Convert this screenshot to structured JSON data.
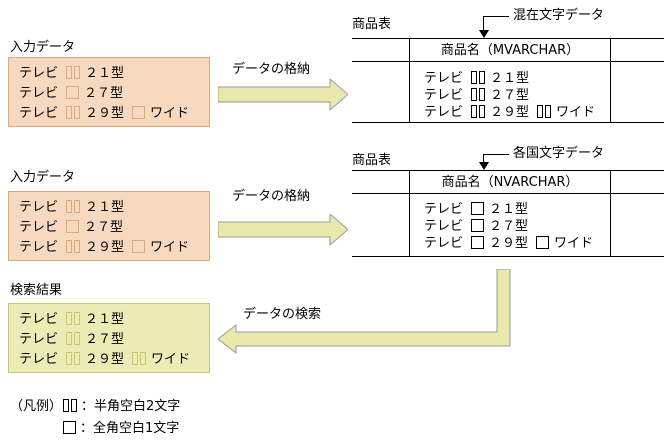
{
  "colors": {
    "background": "#FFFFFF",
    "text": "#000000",
    "input_box_fill": "#F6D9BE",
    "input_box_border": "#DCA87C",
    "input_space_symbol": "#DCA87C",
    "result_box_fill": "#EBEBB6",
    "result_box_border": "#C6C67E",
    "result_space_symbol": "#C8C86E",
    "flow_arrow_fill": "#E9E9AC",
    "flow_arrow_border": "#9A9A9A",
    "table_line": "#000000"
  },
  "flow": {
    "section_mixed": {
      "input_label": "入力データ",
      "store_arrow_label": "データの格納",
      "table_label": "商品表",
      "annotation": "混在文字データ",
      "column_header": "商品名（MVARCHAR）",
      "input_lines": [
        [
          {
            "type": "text",
            "value": "テレビ"
          },
          {
            "type": "hw2"
          },
          {
            "type": "text",
            "value": "２１型"
          }
        ],
        [
          {
            "type": "text",
            "value": "テレビ"
          },
          {
            "type": "fw1"
          },
          {
            "type": "text",
            "value": "２７型"
          }
        ],
        [
          {
            "type": "text",
            "value": "テレビ"
          },
          {
            "type": "hw2"
          },
          {
            "type": "text",
            "value": "２９型"
          },
          {
            "type": "fw1"
          },
          {
            "type": "text",
            "value": "ワイド"
          }
        ]
      ],
      "table_rows": [
        [
          {
            "type": "text",
            "value": "テレビ"
          },
          {
            "type": "hw2"
          },
          {
            "type": "text",
            "value": "２１型"
          }
        ],
        [
          {
            "type": "text",
            "value": "テレビ"
          },
          {
            "type": "hw2"
          },
          {
            "type": "text",
            "value": "２７型"
          }
        ],
        [
          {
            "type": "text",
            "value": "テレビ"
          },
          {
            "type": "hw2"
          },
          {
            "type": "text",
            "value": "２９型"
          },
          {
            "type": "hw2"
          },
          {
            "type": "text",
            "value": "ワイド"
          }
        ]
      ]
    },
    "section_national": {
      "input_label": "入力データ",
      "store_arrow_label": "データの格納",
      "table_label": "商品表",
      "annotation": "各国文字データ",
      "column_header": "商品名（NVARCHAR）",
      "input_lines": [
        [
          {
            "type": "text",
            "value": "テレビ"
          },
          {
            "type": "hw2"
          },
          {
            "type": "text",
            "value": "２１型"
          }
        ],
        [
          {
            "type": "text",
            "value": "テレビ"
          },
          {
            "type": "fw1"
          },
          {
            "type": "text",
            "value": "２７型"
          }
        ],
        [
          {
            "type": "text",
            "value": "テレビ"
          },
          {
            "type": "hw2"
          },
          {
            "type": "text",
            "value": "２９型"
          },
          {
            "type": "fw1"
          },
          {
            "type": "text",
            "value": "ワイド"
          }
        ]
      ],
      "table_rows": [
        [
          {
            "type": "text",
            "value": "テレビ"
          },
          {
            "type": "fw1"
          },
          {
            "type": "text",
            "value": "２１型"
          }
        ],
        [
          {
            "type": "text",
            "value": "テレビ"
          },
          {
            "type": "fw1"
          },
          {
            "type": "text",
            "value": "２７型"
          }
        ],
        [
          {
            "type": "text",
            "value": "テレビ"
          },
          {
            "type": "fw1"
          },
          {
            "type": "text",
            "value": "２９型"
          },
          {
            "type": "fw1"
          },
          {
            "type": "text",
            "value": "ワイド"
          }
        ]
      ]
    },
    "search": {
      "result_label": "検索結果",
      "search_arrow_label": "データの検索",
      "result_lines": [
        [
          {
            "type": "text",
            "value": "テレビ"
          },
          {
            "type": "hw2"
          },
          {
            "type": "text",
            "value": "２１型"
          }
        ],
        [
          {
            "type": "text",
            "value": "テレビ"
          },
          {
            "type": "hw2"
          },
          {
            "type": "text",
            "value": "２７型"
          }
        ],
        [
          {
            "type": "text",
            "value": "テレビ"
          },
          {
            "type": "hw2"
          },
          {
            "type": "text",
            "value": "２９型"
          },
          {
            "type": "hw2"
          },
          {
            "type": "text",
            "value": "ワイド"
          }
        ]
      ]
    },
    "legend": {
      "title": "（凡例）",
      "items": [
        {
          "symbol": "hw2",
          "lines": [
            [
              {
                "type": "hw2"
              },
              {
                "type": "text",
                "value": "：半角空白2文字"
              }
            ]
          ],
          "meaning": "半角空白2文字"
        },
        {
          "symbol": "fw1",
          "lines": [
            [
              {
                "type": "fw1"
              },
              {
                "type": "text",
                "value": "：全角空白1文字"
              }
            ]
          ],
          "meaning": "全角空白1文字"
        }
      ]
    }
  }
}
